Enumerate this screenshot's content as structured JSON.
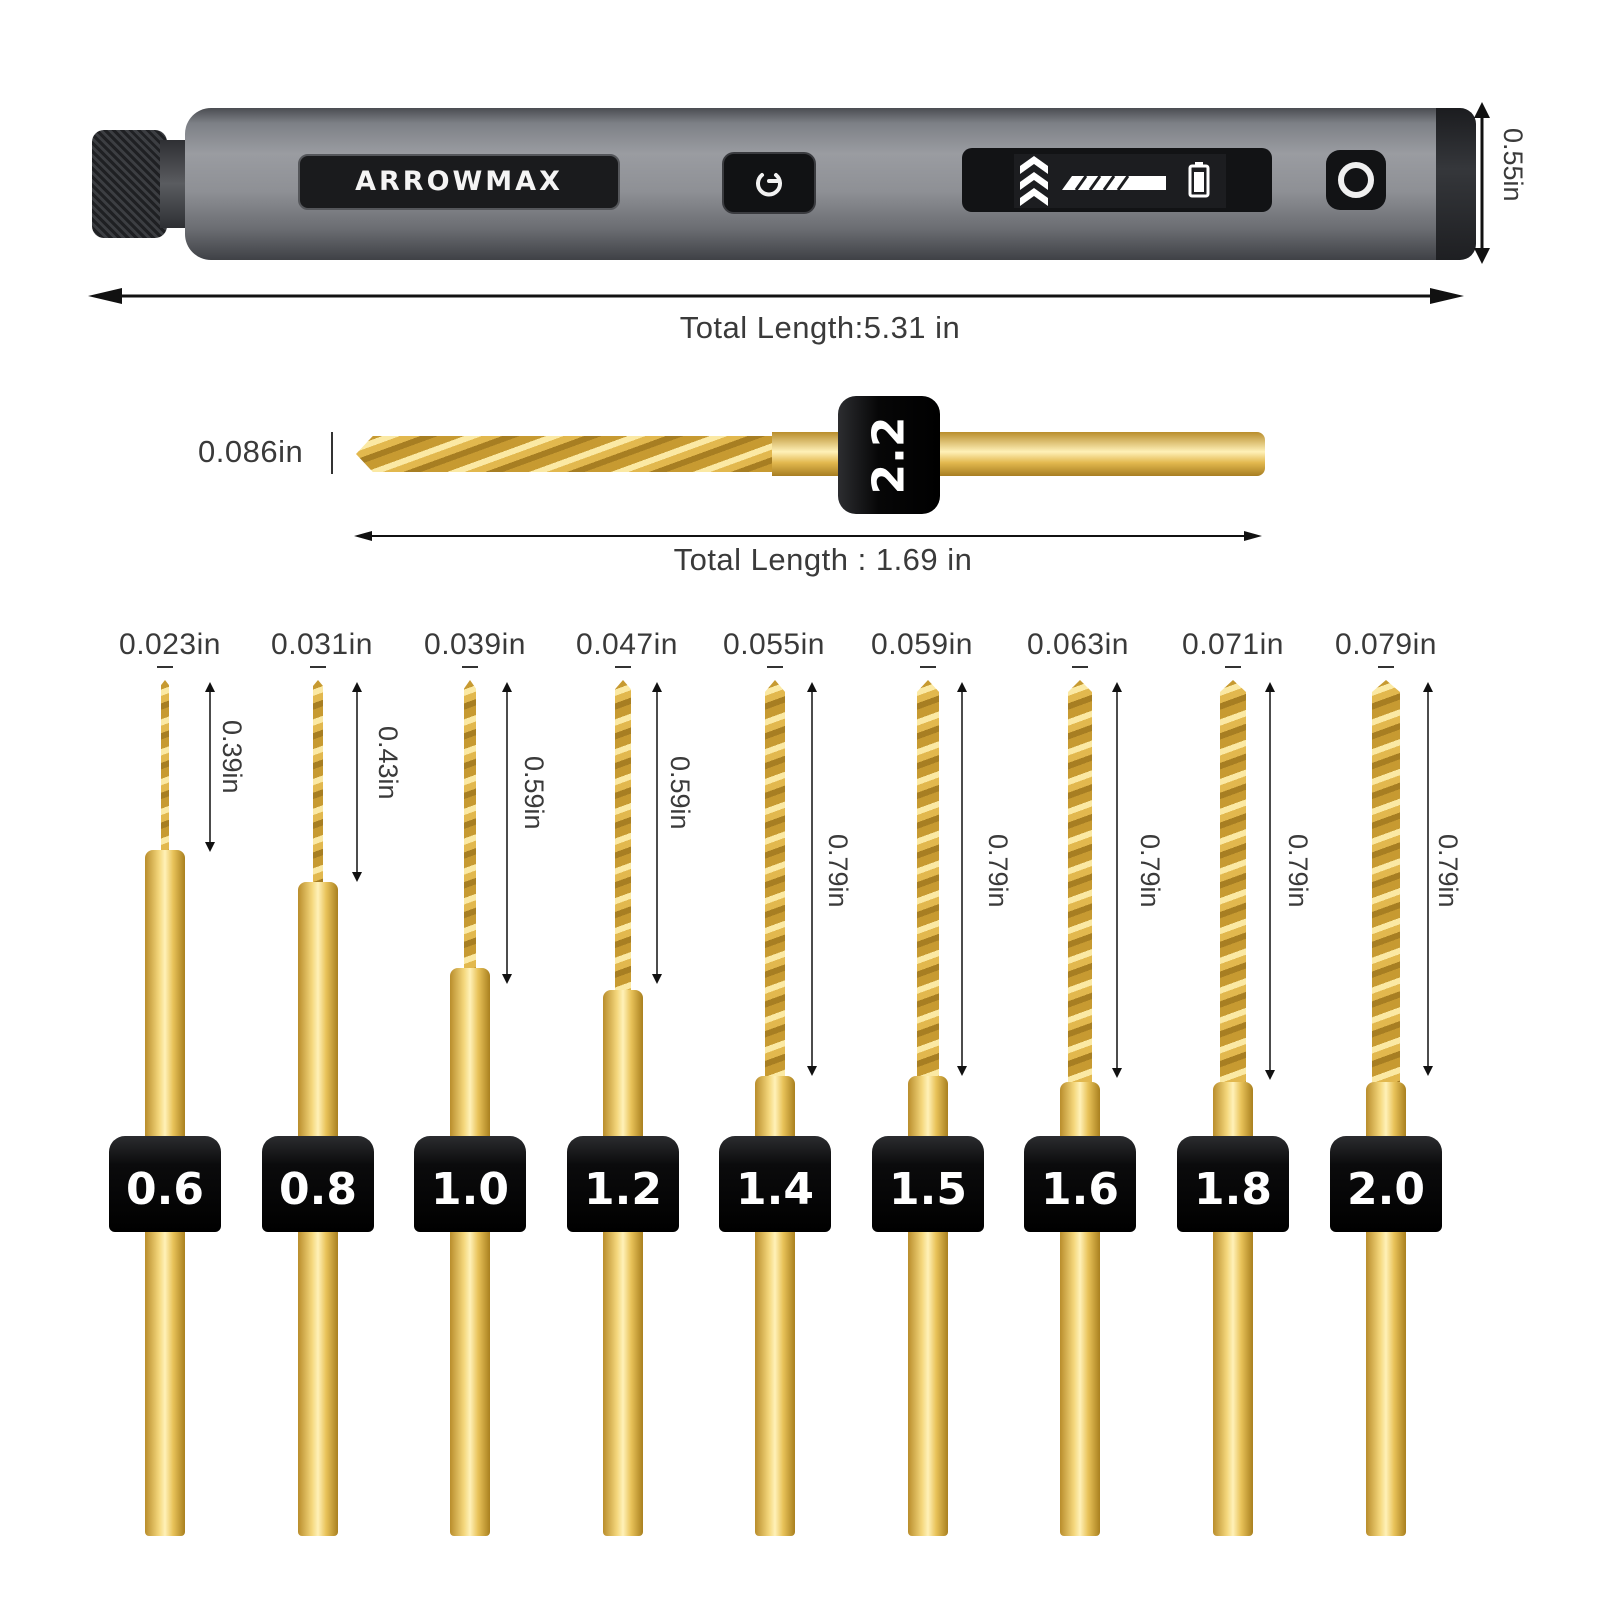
{
  "pen": {
    "brand": "ARROWMAX",
    "power_icon": "power-icon",
    "screen_icon": "speed-battery-display-icon",
    "mode_icon": "circle-button-icon",
    "height_label": "0.55in",
    "length_label": "Total Length:5.31 in"
  },
  "large_bit": {
    "size": "2.2",
    "diameter_label": "0.086in",
    "length_label": "Total Length : 1.69 in"
  },
  "bits": [
    {
      "size": "0.6",
      "diameter": "0.023in",
      "flute_length": "0.39in"
    },
    {
      "size": "0.8",
      "diameter": "0.031in",
      "flute_length": "0.43in"
    },
    {
      "size": "1.0",
      "diameter": "0.039in",
      "flute_length": "0.59in"
    },
    {
      "size": "1.2",
      "diameter": "0.047in",
      "flute_length": "0.59in"
    },
    {
      "size": "1.4",
      "diameter": "0.055in",
      "flute_length": "0.79in"
    },
    {
      "size": "1.5",
      "diameter": "0.059in",
      "flute_length": "0.79in"
    },
    {
      "size": "1.6",
      "diameter": "0.063in",
      "flute_length": "0.79in"
    },
    {
      "size": "1.8",
      "diameter": "0.071in",
      "flute_length": "0.79in"
    },
    {
      "size": "2.0",
      "diameter": "0.079in",
      "flute_length": "0.79in"
    }
  ],
  "colors": {
    "gold": "#e7c257",
    "collar": "#0b0b0c",
    "body": "#8e9095"
  }
}
